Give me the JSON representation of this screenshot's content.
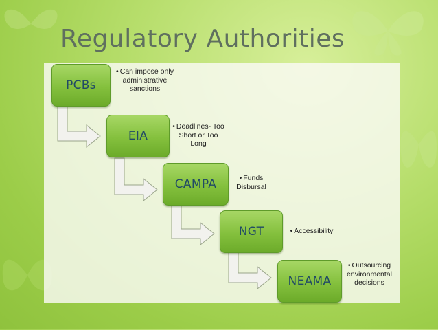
{
  "title": "Regulatory Authorities",
  "steps": [
    {
      "label": "PCBs",
      "note": "Can impose only administrative sanctions"
    },
    {
      "label": "EIA",
      "note": "Deadlines- Too Short or Too Long"
    },
    {
      "label": "CAMPA",
      "note": "Funds Disbursal"
    },
    {
      "label": "NGT",
      "note": "Accessibility"
    },
    {
      "label": "NEAMA",
      "note": "Outsourcing environmental decisions"
    }
  ],
  "colors": {
    "box_fill": "#84c03d",
    "box_text": "#214a65",
    "title": "#5f6f5f",
    "arrow_fill": "#f2f2ee"
  },
  "icons": {
    "decor": "butterfly-icon",
    "bullet": "•"
  }
}
